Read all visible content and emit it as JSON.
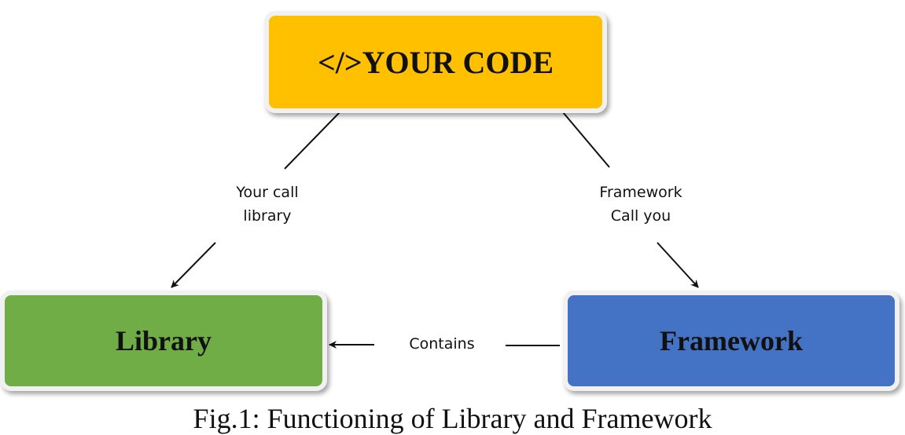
{
  "nodes": {
    "code": "</>YOUR CODE",
    "library": "Library",
    "framework": "Framework"
  },
  "edges": {
    "code_to_library": [
      "Your call",
      "library"
    ],
    "code_to_framework": [
      "Framework",
      "Call you"
    ],
    "framework_to_library": "Contains"
  },
  "caption": "Fig.1: Functioning of Library and Framework",
  "colors": {
    "code_fill": "#ffc000",
    "library_fill": "#70ad47",
    "framework_fill": "#4472c4",
    "line": "#111111"
  }
}
